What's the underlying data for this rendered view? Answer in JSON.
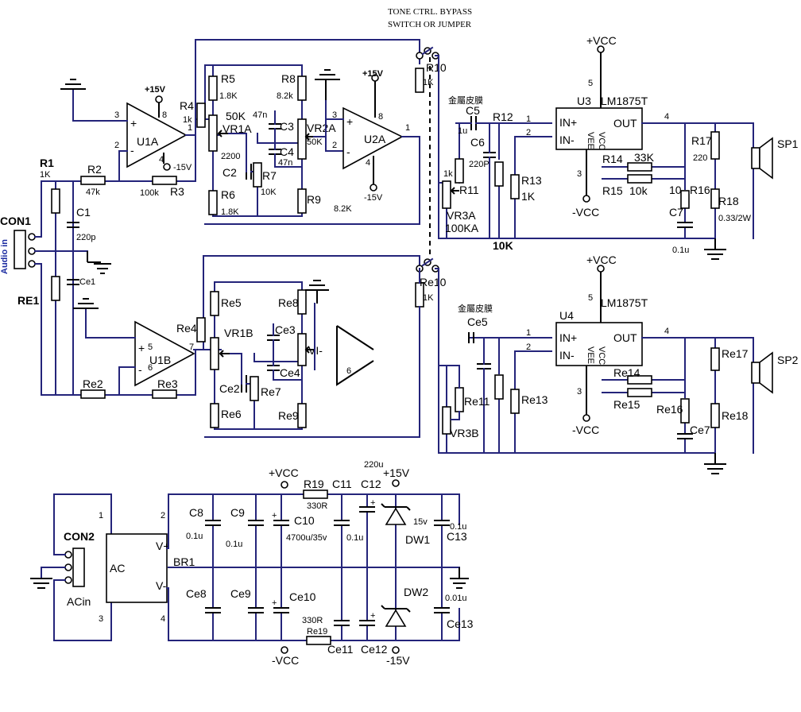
{
  "title": {
    "line1": "TONE CTRL. BYPASS",
    "line2": "SWITCH OR JUMPER"
  },
  "connectors": {
    "con1": "CON1",
    "con1_side": "Audio in",
    "con2": "CON2",
    "acin": "ACin"
  },
  "input": {
    "r1": "R1",
    "r1_val": "1K",
    "re1": "RE1",
    "r2": "R2",
    "r2_val": "47k",
    "r3": "R3",
    "r3_val": "100k",
    "c1": "C1",
    "c1_val": "220p",
    "ce1": "Ce1",
    "re2": "Re2",
    "re3": "Re3"
  },
  "u1a": {
    "name": "U1A",
    "pin_plus": "3",
    "pin_minus": "2",
    "pin_out": "1",
    "pin_v": "8",
    "pin_g": "4",
    "vplus": "+15V",
    "vminus": "-15V",
    "plus_sign": "+",
    "minus_sign": "-"
  },
  "u1b": {
    "name": "U1B",
    "pin_plus": "5",
    "pin_minus": "6",
    "pin_out": "7",
    "plus_sign": "+",
    "minus_sign": "-"
  },
  "tone_a": {
    "r4": "R4",
    "r4_val": "1k",
    "r5": "R5",
    "r5_val": "1.8K",
    "vr1": "VR1A",
    "vr1_val": "50K",
    "c2": "C2",
    "c2_val": "2200",
    "r6": "R6",
    "r6_val": "1.8K",
    "r7": "R7",
    "r7_val": "10K",
    "r8": "R8",
    "r8_val": "8.2k",
    "c3": "C3",
    "c3_val": "47n",
    "c4": "C4",
    "c4_val": "47n",
    "vr2": "VR2A",
    "vr2_val": "50K",
    "r9": "R9",
    "r9_val": "8.2K"
  },
  "tone_b": {
    "re4": "Re4",
    "re5": "Re5",
    "vr1b": "VR1B",
    "ce2": "Ce2",
    "re6": "Re6",
    "re7": "Re7",
    "re8": "Re8",
    "ce3": "Ce3",
    "ce4": "Ce4",
    "vr2b": "VI-",
    "re9": "Re9"
  },
  "u2a": {
    "name": "U2A",
    "pin_plus": "3",
    "pin_minus": "2",
    "pin_out": "1",
    "pin_v": "8",
    "pin_g": "4",
    "vplus": "+15V",
    "vminus": "-15V",
    "plus_sign": "+",
    "minus_sign": "-"
  },
  "u2b": {
    "pin_minus": "6"
  },
  "bypass": {
    "r10": "R10",
    "r10_val": "1K",
    "re10": "Re10",
    "re10_val": "1K"
  },
  "amp_a": {
    "c5_note": "金屬皮膜",
    "c5": "C5",
    "c5_val": "1u",
    "c6": "C6",
    "c6_val": "220P",
    "r12": "R12",
    "r11": "R11",
    "r11_val": "1k",
    "r13": "R13",
    "r13_val": "1K",
    "vr3": "VR3A",
    "vr3_val": "100KA",
    "pot_label": "10K",
    "u3": "U3",
    "chip": "LM1875T",
    "in_plus": "IN+",
    "in_minus": "IN-",
    "vcc": "VCC",
    "vee": "VEE",
    "out": "OUT",
    "pin1": "1",
    "pin2": "2",
    "pin3": "3",
    "pin4": "4",
    "pin5": "5",
    "vcc_rail": "+VCC",
    "vee_rail": "-VCC",
    "r14": "R14",
    "r14_val": "33K",
    "r15": "R15",
    "r15_val": "10k",
    "r16": "R16",
    "r16_val": "10",
    "r17": "R17",
    "r17_val": "220",
    "r18": "R18",
    "r18_val": "0.33/2W",
    "c7": "C7",
    "c7_val": "0.1u",
    "sp": "SP1"
  },
  "amp_b": {
    "c5_note": "金屬皮膜",
    "ce5": "Ce5",
    "re11": "Re11",
    "re13": "Re13",
    "vr3": "VR3B",
    "u4": "U4",
    "chip": "LM1875T",
    "in_plus": "IN+",
    "in_minus": "IN-",
    "vcc": "VCC",
    "vee": "VEE",
    "out": "OUT",
    "pin1": "1",
    "pin2": "2",
    "pin3": "3",
    "pin4": "4",
    "pin5": "5",
    "vcc_rail": "+VCC",
    "vee_rail": "-VCC",
    "re14": "Re14",
    "re15": "Re15",
    "re16": "Re16",
    "re17": "Re17",
    "re18": "Re18",
    "ce7": "Ce7",
    "sp": "SP2"
  },
  "psu": {
    "ac": "AC",
    "br1": "BR1",
    "vplus": "V+",
    "vminus": "V-",
    "pin1": "1",
    "pin2": "2",
    "pin3": "3",
    "pin4": "4",
    "c8": "C8",
    "c8_val": "0.1u",
    "c9": "C9",
    "c9_val": "0.1u",
    "c10": "C10",
    "c10_val": "4700u/35v",
    "ce8": "Ce8",
    "ce9": "Ce9",
    "ce10": "Ce10",
    "r19": "R19",
    "r19_val": "330R",
    "re19": "Re19",
    "re19_val": "330R",
    "c11": "C11",
    "c11_val": "0.1u",
    "c12": "C12",
    "c12_val": "220u",
    "ce11": "Ce11",
    "ce12": "Ce12",
    "c13": "C13",
    "c13_val": "0.1u",
    "ce13": "Ce13",
    "ce13_val": "0.01u",
    "dw1": "DW1",
    "dw1_val": "15v",
    "dw2": "DW2",
    "vcc_p": "+VCC",
    "vcc_n": "-VCC",
    "v15p": "+15V",
    "v15n": "-15V"
  }
}
